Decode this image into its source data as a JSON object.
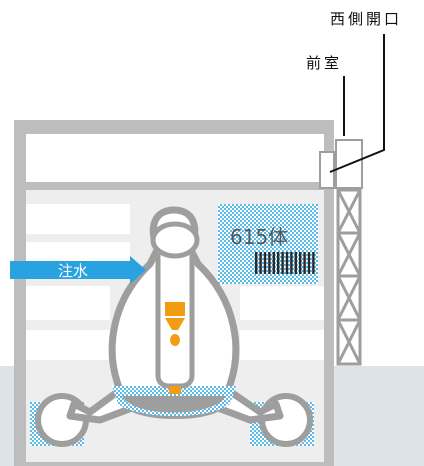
{
  "labels": {
    "west_opening": "西側開口",
    "anteroom": "前室",
    "water_injection": "注水",
    "fuel_count": "615体"
  },
  "colors": {
    "building_frame": "#bdbdbd",
    "inner_blocks": "#eeeeee",
    "ground": "#dde3e8",
    "arrow": "#29a3e0",
    "water": "#4db3e6",
    "fuel": "#f39c12",
    "vessel_outline": "#9e9e9e",
    "leader_line": "#111111",
    "pedestal": "#9e9e9e",
    "fuel_bundles": "#2a2a2a"
  }
}
